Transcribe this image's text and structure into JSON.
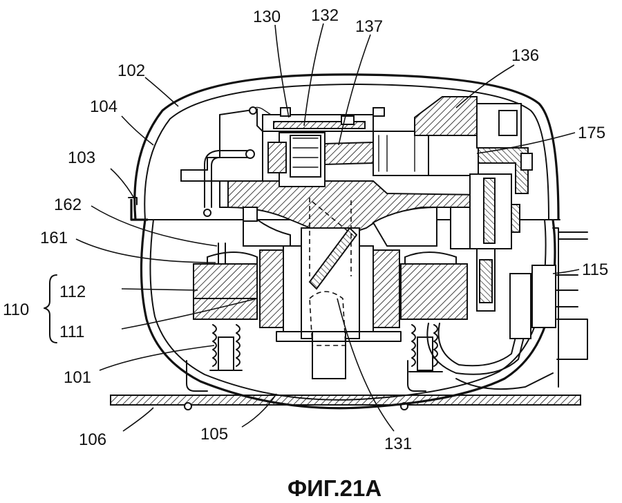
{
  "figure": {
    "caption": "ФИГ.21А",
    "labels": {
      "l130": "130",
      "l132": "132",
      "l137": "137",
      "l136": "136",
      "l102": "102",
      "l104": "104",
      "l175": "175",
      "l103": "103",
      "l162": "162",
      "l161": "161",
      "l115": "115",
      "l112": "112",
      "l110": "110",
      "l111": "111",
      "l101": "101",
      "l106": "106",
      "l105": "105",
      "l131": "131"
    }
  }
}
